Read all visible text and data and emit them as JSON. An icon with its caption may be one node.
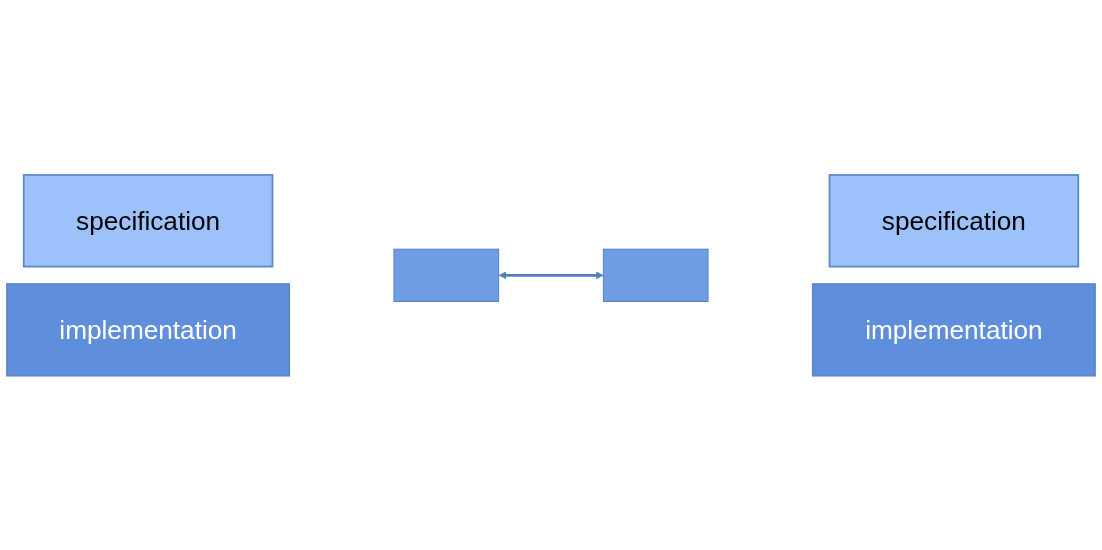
{
  "diagram": {
    "nodes": [
      {
        "text": [
          "specification"
        ]
      },
      {
        "text": [
          "implementation"
        ]
      },
      {
        "text": [],
        "shape": "box"
      },
      {
        "text": [],
        "shape": "box"
      },
      {
        "text": [
          "specification"
        ]
      },
      {
        "text": [
          "implementation"
        ]
      }
    ],
    "edges": [
      {
        "from": 2,
        "to": 3,
        "arrow": "both"
      }
    ]
  }
}
